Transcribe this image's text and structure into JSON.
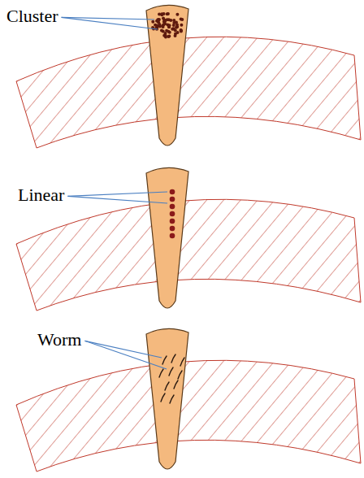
{
  "diagram": {
    "labels": [
      "Cluster",
      "Linear",
      "Worm"
    ]
  }
}
